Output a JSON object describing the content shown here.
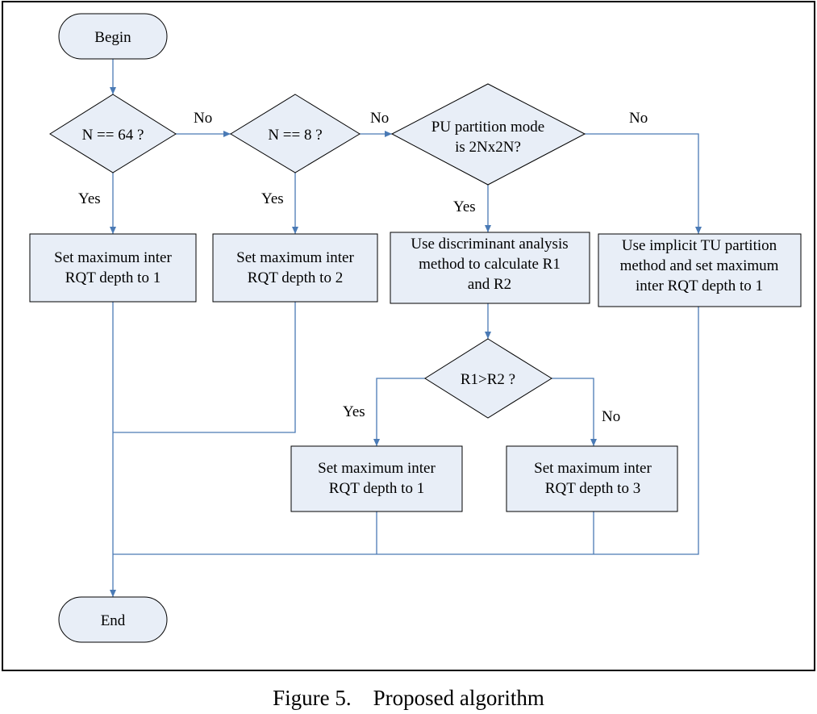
{
  "nodes": {
    "begin": [
      "Begin"
    ],
    "n64": [
      "N == 64 ?"
    ],
    "n8": [
      "N == 8 ?"
    ],
    "pu": [
      "PU partition mode",
      "is 2Nx2N?"
    ],
    "set1a": [
      "Set maximum inter",
      "RQT depth to 1"
    ],
    "set2": [
      "Set maximum inter",
      "RQT depth to 2"
    ],
    "disc": [
      "Use discriminant analysis",
      "method to calculate R1",
      "and R2"
    ],
    "implicit": [
      "Use implicit TU partition",
      "method and set maximum",
      "inter RQT depth to 1"
    ],
    "r1r2": [
      "R1>R2 ?"
    ],
    "set1b": [
      "Set maximum inter",
      "RQT depth to 1"
    ],
    "set3": [
      "Set maximum inter",
      "RQT depth to 3"
    ],
    "end": [
      "End"
    ]
  },
  "edge_labels": {
    "n64_no": "No",
    "n8_no": "No",
    "pu_no": "No",
    "n64_yes": "Yes",
    "n8_yes": "Yes",
    "pu_yes": "Yes",
    "r1r2_yes": "Yes",
    "r1r2_no": "No"
  },
  "caption": "Figure 5.    Proposed algorithm",
  "colors": {
    "box_fill": "#e8eef7",
    "line": "#4a7ab5",
    "stroke": "#000000"
  }
}
